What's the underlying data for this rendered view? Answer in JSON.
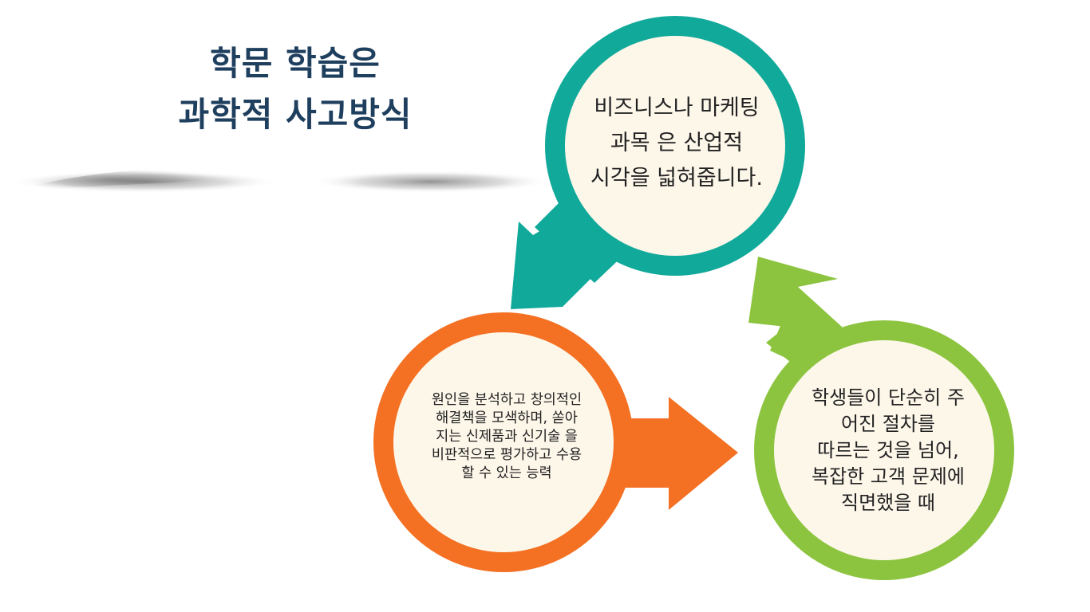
{
  "title": {
    "line1": "학문 학습은",
    "line2": "과학적 사고방식"
  },
  "nodes": {
    "teal": {
      "color": "#10a99a",
      "lines": [
        "비즈니스나 마케팅",
        "과목 은 산업적",
        "시각을 넓혀줍니다."
      ]
    },
    "orange": {
      "color": "#f47023",
      "lines": [
        "원인을 분석하고 창의적인",
        "해결책을 모색하며, 쏟아",
        "지는 신제품과 신기술 을",
        "비판적으로 평가하고 수용",
        "할 수 있는 능력"
      ]
    },
    "green": {
      "color": "#8cc43f",
      "lines": [
        "학생들이 단순히 주",
        "어진 절차를",
        "따르는 것을 넘어,",
        "복잡한 고객 문제에",
        "직면했을 때"
      ]
    }
  },
  "colors": {
    "title": "#1f3f5e",
    "circle_fill": "#fdf7ea"
  }
}
